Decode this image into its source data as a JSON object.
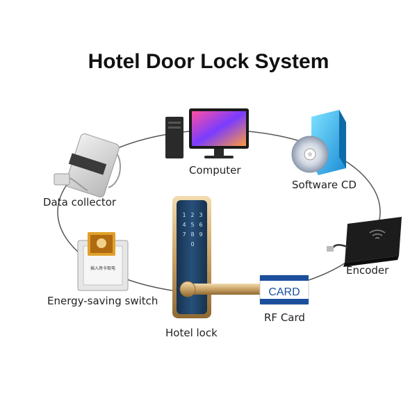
{
  "title": "Hotel Door Lock System",
  "nodes": {
    "computer": "Computer",
    "software_cd": "Software CD",
    "data_collector": "Data collector",
    "encoder": "Encoder",
    "energy_saving_switch": "Energy-saving switch",
    "hotel_lock": "Hotel lock",
    "rf_card": "RF Card"
  },
  "card_text": "CARD",
  "switch_text": "插入房卡取电",
  "keypad": [
    "1",
    "2",
    "3",
    "4",
    "5",
    "6",
    "7",
    "8",
    "9",
    "0"
  ],
  "colors": {
    "ring": "#555555",
    "card_blue": "#1b4f9c",
    "lock_body": "#1e3f5c",
    "lock_gold": "#c9a266"
  }
}
